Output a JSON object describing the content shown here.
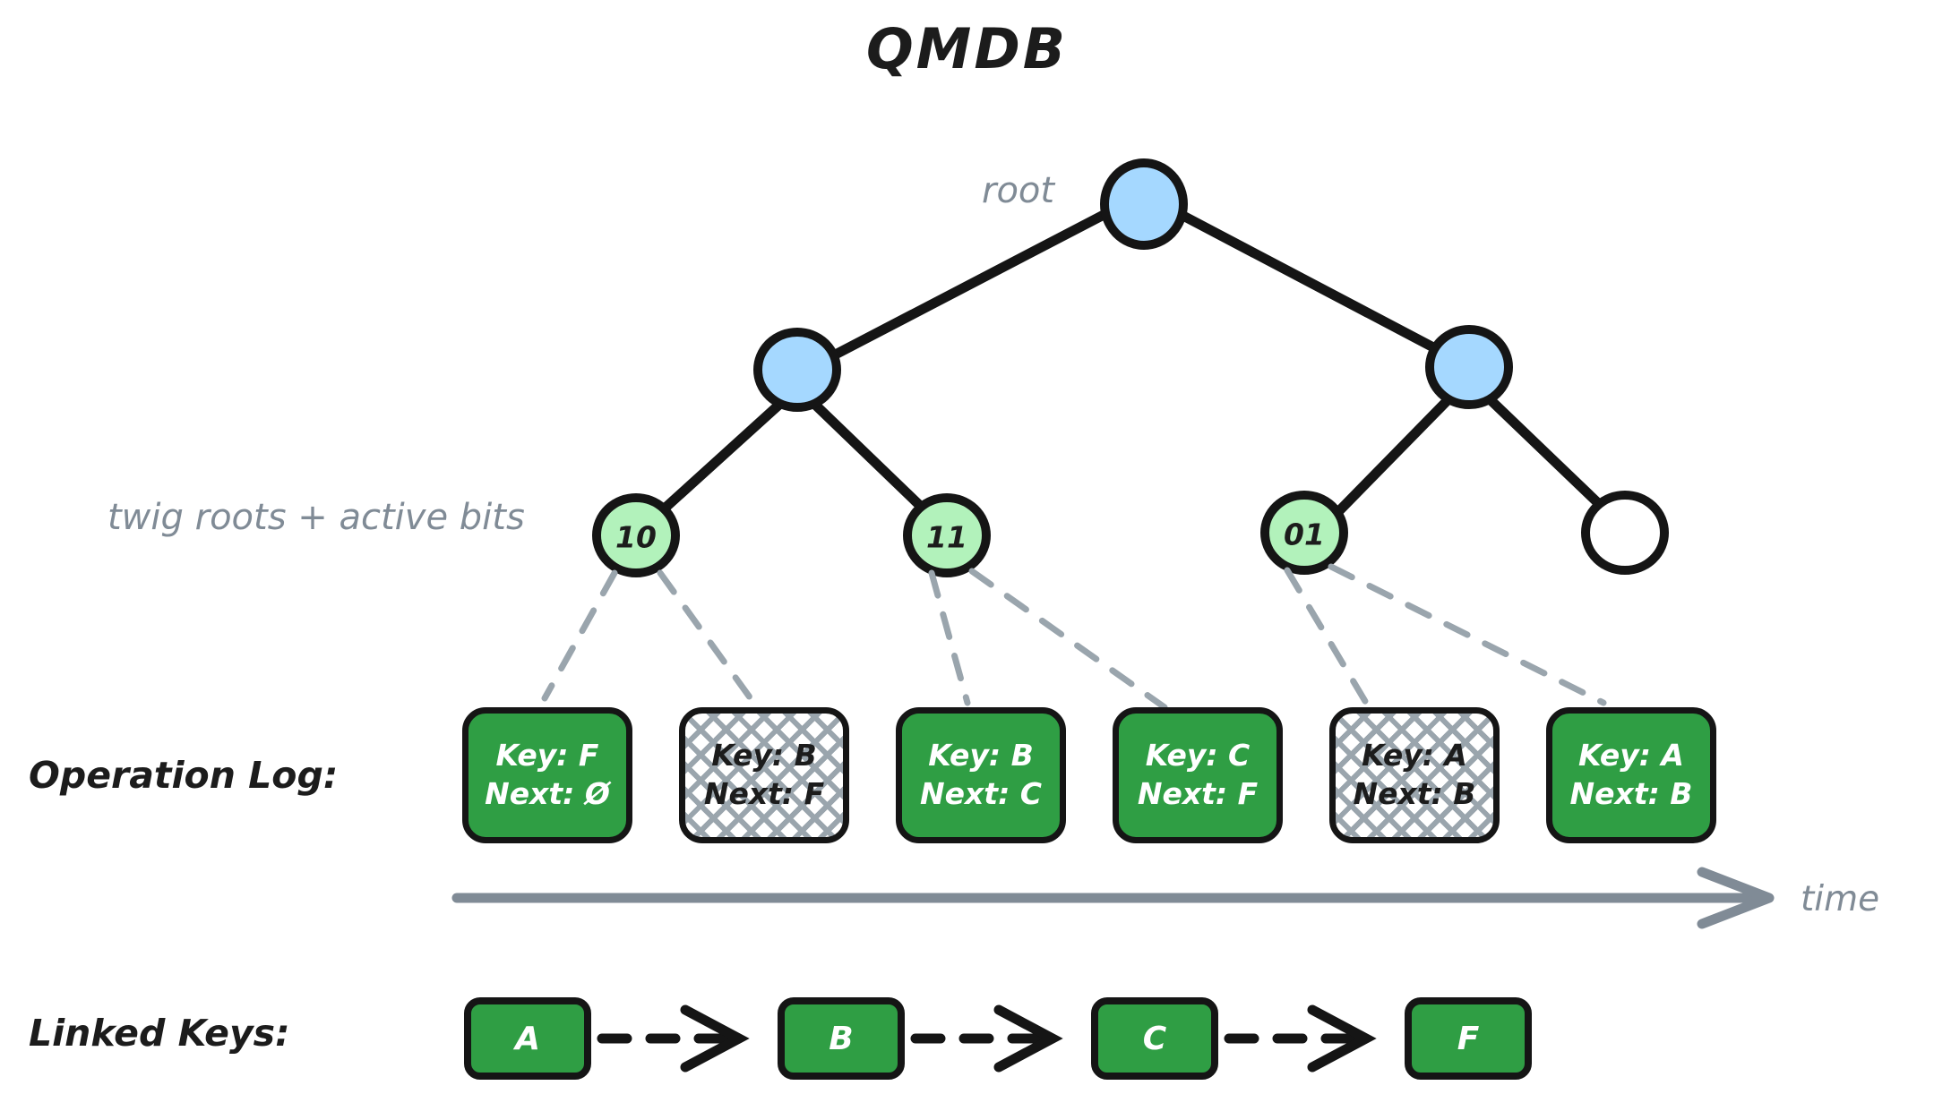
{
  "title": "QMDB",
  "labels": {
    "root": "root",
    "twig": "twig roots + active bits",
    "operation_log": "Operation Log:",
    "linked_keys": "Linked Keys:",
    "time": "time"
  },
  "colors": {
    "ink": "#151515",
    "node_blue": "#a5d8ff",
    "node_green_light": "#b2f2bb",
    "box_green": "#2f9e44",
    "gray": "#808b96",
    "hatch": "#9aa5ad",
    "white": "#ffffff"
  },
  "tree": {
    "root_node": {
      "id": "root",
      "fill": "blue",
      "text": ""
    },
    "level1": [
      {
        "id": "n-left",
        "fill": "blue",
        "text": ""
      },
      {
        "id": "n-right",
        "fill": "blue",
        "text": ""
      }
    ],
    "twig_nodes": [
      {
        "id": "twig-10",
        "text": "10",
        "fill": "green"
      },
      {
        "id": "twig-11",
        "text": "11",
        "fill": "green"
      },
      {
        "id": "twig-01",
        "text": "01",
        "fill": "green"
      },
      {
        "id": "twig-empty",
        "text": "",
        "fill": "white"
      }
    ]
  },
  "operation_log": {
    "entries": [
      {
        "key_line": "Key: F",
        "next_line": "Next: Ø",
        "state": "active"
      },
      {
        "key_line": "Key: B",
        "next_line": "Next: F",
        "state": "inactive"
      },
      {
        "key_line": "Key: B",
        "next_line": "Next: C",
        "state": "active"
      },
      {
        "key_line": "Key: C",
        "next_line": "Next: F",
        "state": "active"
      },
      {
        "key_line": "Key: A",
        "next_line": "Next: B",
        "state": "inactive"
      },
      {
        "key_line": "Key: A",
        "next_line": "Next: B",
        "state": "active"
      }
    ]
  },
  "linked_keys": {
    "nodes": [
      "A",
      "B",
      "C",
      "F"
    ]
  }
}
